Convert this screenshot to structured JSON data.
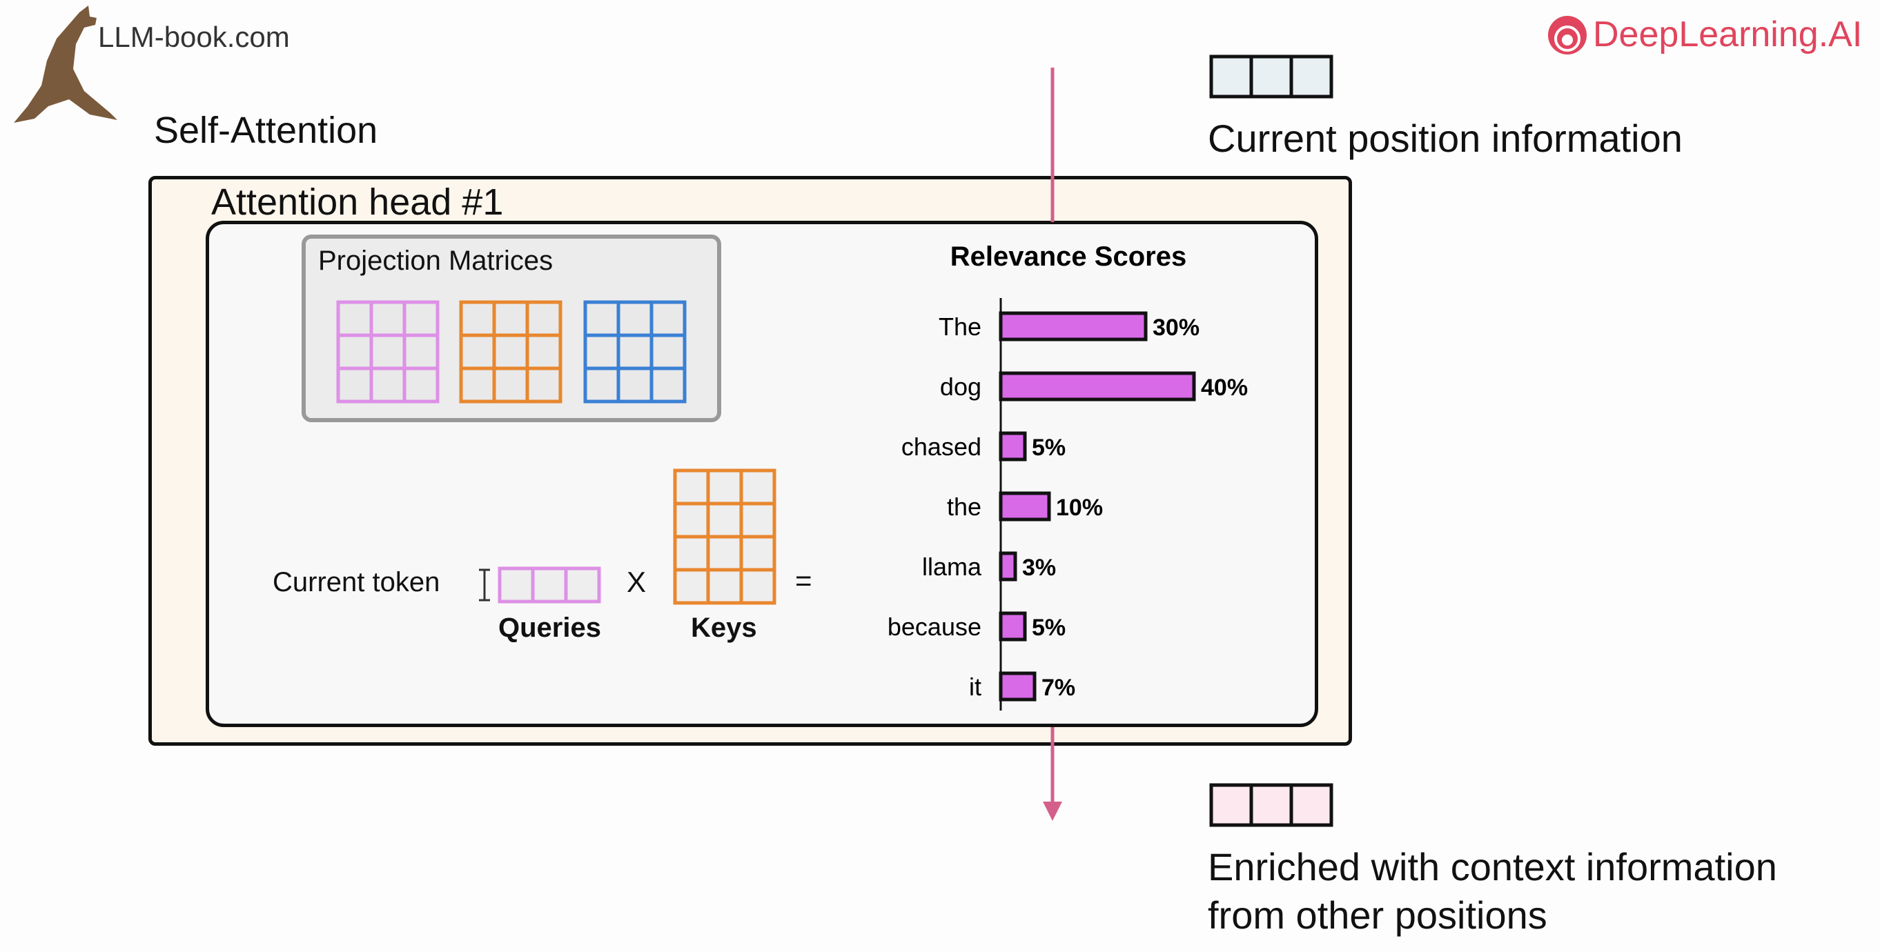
{
  "logos": {
    "left_text": "LLM-book.com",
    "right_text": "DeepLearning.AI",
    "left_icon": "kangaroo-icon",
    "right_icon": "deeplearning-ai-icon"
  },
  "slide_title": "Self-Attention",
  "attention_head": {
    "title": "Attention head #1",
    "projection_title": "Projection Matrices",
    "matrix_colors": [
      "#dd90e6",
      "#e8872f",
      "#3a80d4"
    ],
    "equation": {
      "token_label": "Current token",
      "queries_label": "Queries",
      "times_symbol": "X",
      "keys_label": "Keys",
      "equals_symbol": "="
    }
  },
  "vectors": {
    "current_label": "Current position information",
    "enriched_label_line1": "Enriched with context information",
    "enriched_label_line2": "from other positions",
    "current_fill": "#e8f0f4",
    "enriched_fill": "#fce8ee",
    "arrow_color": "#d4608a"
  },
  "chart_data": {
    "type": "bar",
    "orientation": "horizontal",
    "title": "Relevance Scores",
    "categories": [
      "The",
      "dog",
      "chased",
      "the",
      "llama",
      "because",
      "it"
    ],
    "values": [
      30,
      40,
      5,
      10,
      3,
      5,
      7
    ],
    "value_labels": [
      "30%",
      "40%",
      "5%",
      "10%",
      "3%",
      "5%",
      "7%"
    ],
    "bar_color": "#d86ae8"
  }
}
